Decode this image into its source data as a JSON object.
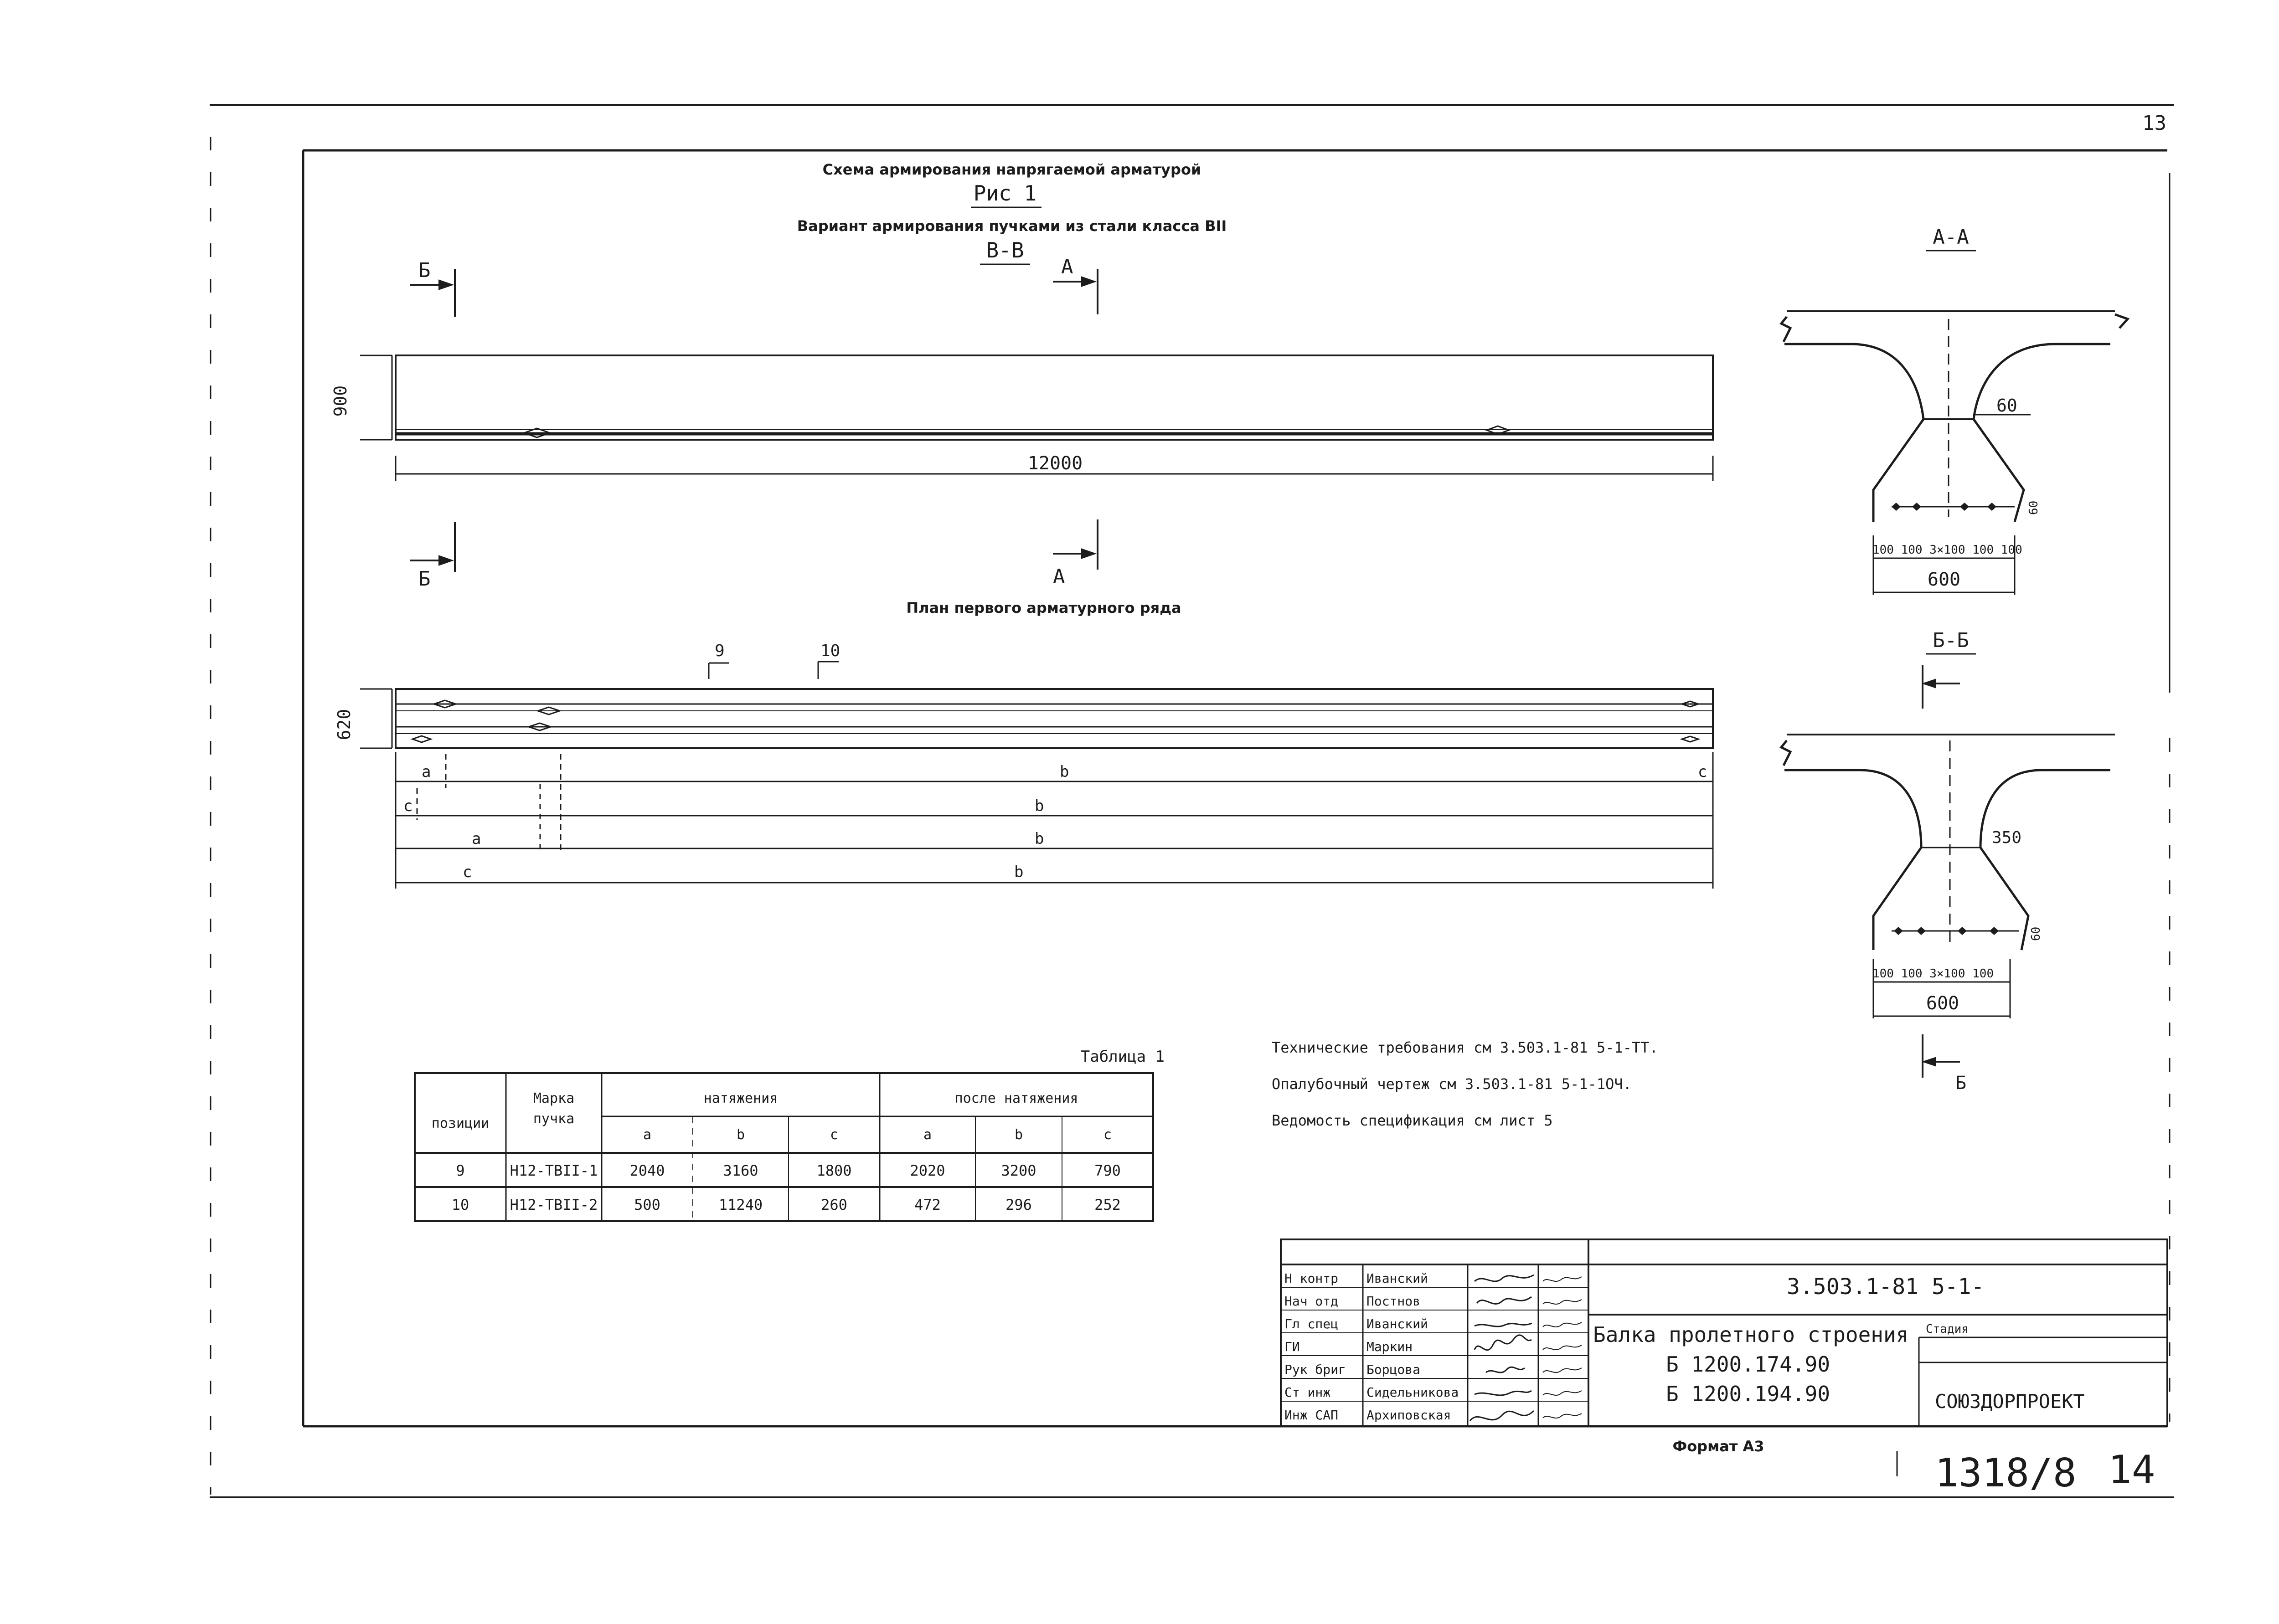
{
  "sheet_corner": "13",
  "header": {
    "title": "Схема армирования напрягаемой арматурой",
    "figure": "Рис 1",
    "variant": "Вариант армирования пучками из стали класса ВII",
    "section_bb": "В-В"
  },
  "elevation": {
    "cut_b": "Б",
    "cut_a": "А",
    "height_dim": "900",
    "length_dim": "12000"
  },
  "plan": {
    "title": "План первого арматурного ряда",
    "pos_9": "9",
    "pos_10": "10",
    "width_dim": "620",
    "seg_a": "a",
    "seg_b": "b",
    "seg_c": "c"
  },
  "section_aa": {
    "title": "А-А",
    "dim_60": "60",
    "spacing": "100 100 3×100 100 100",
    "width": "600",
    "side": "60"
  },
  "section_55": {
    "title": "Б-Б",
    "cut": "Б",
    "dim_350": "350",
    "spacing": "100 100 3×100 100",
    "width": "600",
    "side": "60"
  },
  "table": {
    "caption": "Таблица 1",
    "headers": {
      "position": "позиции",
      "brand_1": "Марка",
      "brand_2": "пучка",
      "before": "натяжения",
      "after": "после натяжения",
      "sub": [
        "a",
        "b",
        "c",
        "a",
        "b",
        "c"
      ]
    },
    "rows": [
      [
        "9",
        "Н12-ТВII-1",
        "2040",
        "3160",
        "1800",
        "2020",
        "3200",
        "790"
      ],
      [
        "10",
        "Н12-ТВII-2",
        "500",
        "11240",
        "260",
        "472",
        "296",
        "252"
      ]
    ]
  },
  "notes": [
    "Технические требования см 3.503.1-81 5-1-ТТ.",
    "Опалубочный чертеж см 3.503.1-81 5-1-1ОЧ.",
    "Ведомость спецификация см лист 5"
  ],
  "title_block": {
    "roles": [
      "Н контр",
      "Нач отд",
      "Гл спец",
      "ГИ",
      "Рук бриг",
      "Ст инж",
      "Инж САП"
    ],
    "names": [
      "Иванский",
      "Постнов",
      "Иванский",
      "Маркин",
      "Борцова",
      "Сидельникова",
      "Архиповская"
    ],
    "code": "3.503.1-81 5-1-",
    "product": "Балка пролетного строения",
    "stage_label": "Стадия",
    "marks": [
      "Б 1200.174.90",
      "Б 1200.194.90"
    ],
    "org": "СОЮЗДОРПРОЕКТ"
  },
  "footer": {
    "format": "Формат А3",
    "number": "1318/8",
    "sheet": "14"
  }
}
